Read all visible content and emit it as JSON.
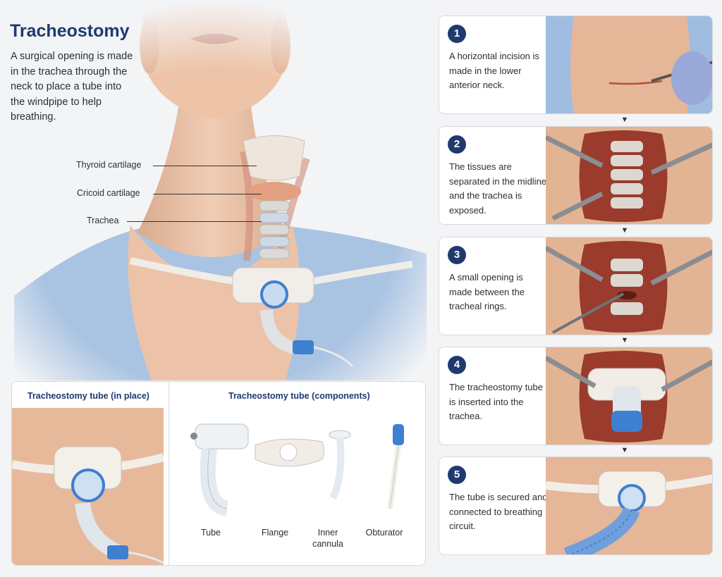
{
  "header": {
    "title": "Tracheostomy",
    "intro": "A surgical opening is made in the trachea through the neck to place a tube into the windpipe to help breathing."
  },
  "anatomy_labels": {
    "thyroid": "Thyroid cartilage",
    "cricoid": "Cricoid cartilage",
    "trachea": "Trachea"
  },
  "tube_panel": {
    "in_place_heading": "Tracheostomy tube (in place)",
    "components_heading": "Tracheostomy tube (components)",
    "components": {
      "tube": "Tube",
      "flange": "Flange",
      "inner_cannula_1": "Inner",
      "inner_cannula_2": "cannula",
      "obturator": "Obturator"
    }
  },
  "steps": [
    {
      "number": "1",
      "text": "A horizontal incision is made in the lower anterior neck."
    },
    {
      "number": "2",
      "text": "The tissues are separated in the midline and the trachea is exposed."
    },
    {
      "number": "3",
      "text": "A small opening is made between the tracheal rings."
    },
    {
      "number": "4",
      "text": "The tracheostomy tube is inserted into the trachea."
    },
    {
      "number": "5",
      "text": "The tube is secured and connected to breathing circuit."
    }
  ],
  "colors": {
    "accent": "#1f3a6e",
    "skin": "#e9c2a6",
    "gown": "#a9c3e2",
    "tube_blue": "#3f7fd0"
  },
  "icons": {
    "arrow": "down-arrow-icon"
  }
}
